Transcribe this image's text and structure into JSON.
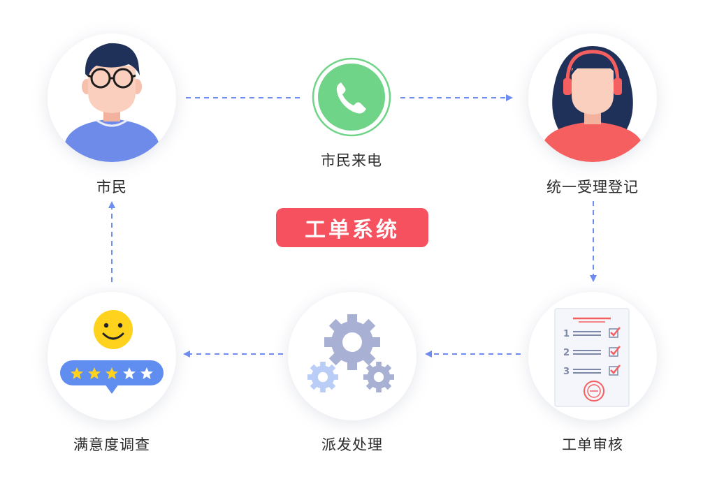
{
  "title": "工单系统",
  "nodes": {
    "citizen": "市民",
    "call": "市民来电",
    "register": "统一受理登记",
    "review": "工单审核",
    "dispatch": "派发处理",
    "survey": "满意度调查"
  },
  "checklist_numbers": [
    "1",
    "2",
    "3"
  ],
  "rating": {
    "filled_stars": 3,
    "total_stars": 5
  },
  "colors": {
    "arrow": "#6f8cf0",
    "badge": "#f5515f",
    "phone": "#6fd487",
    "gear_dark": "#a8b1d4",
    "gear_light": "#b9cdf6",
    "star": "#ffd21e"
  }
}
